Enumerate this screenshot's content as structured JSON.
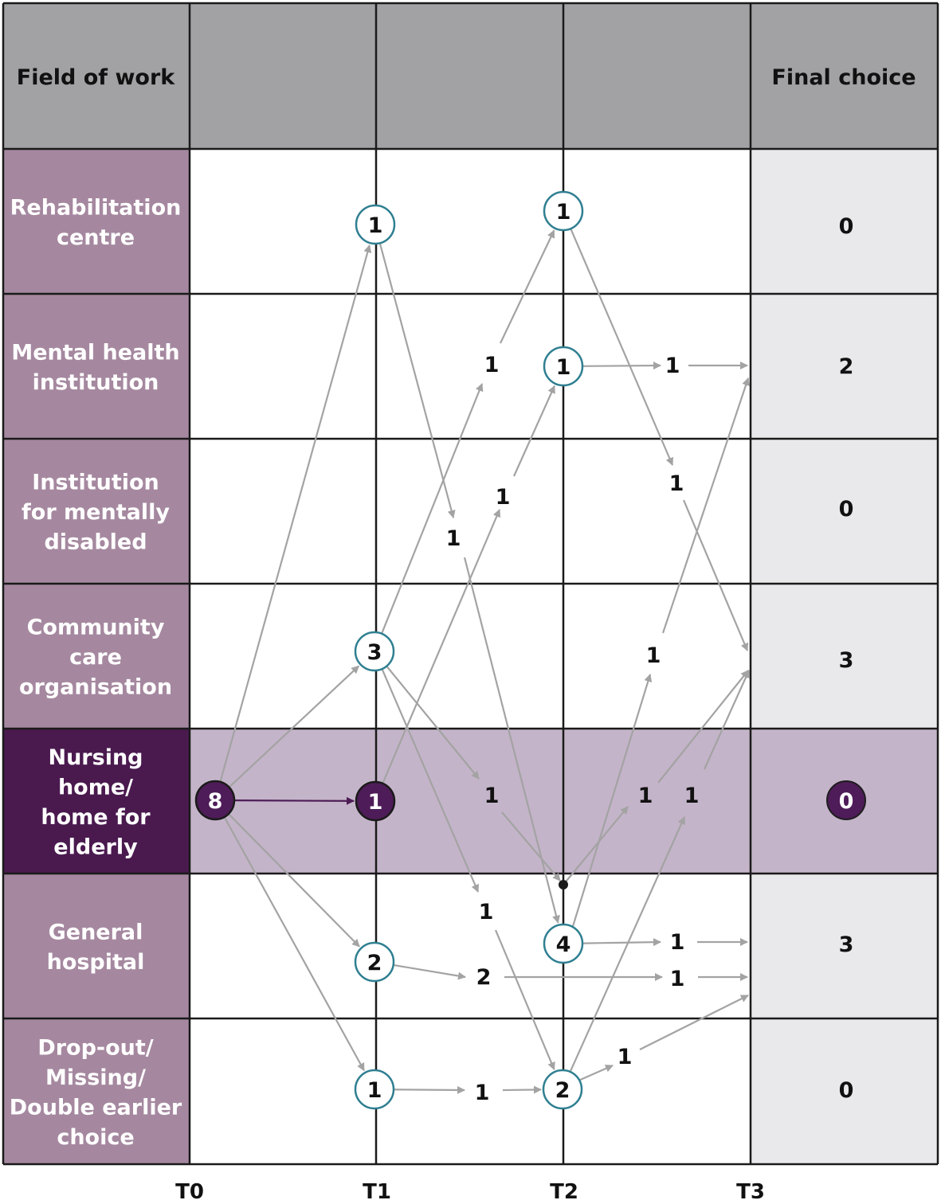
{
  "header": {
    "field_of_work": "Field of work",
    "final_choice": "Final choice"
  },
  "rows": [
    {
      "label_lines": [
        "Rehabilitation",
        "centre"
      ],
      "final": "0",
      "highlight": false
    },
    {
      "label_lines": [
        "Mental health",
        "institution"
      ],
      "final": "2",
      "highlight": false
    },
    {
      "label_lines": [
        "Institution",
        "for mentally",
        "disabled"
      ],
      "final": "0",
      "highlight": false
    },
    {
      "label_lines": [
        "Community",
        "care",
        "organisation"
      ],
      "final": "3",
      "highlight": false
    },
    {
      "label_lines": [
        "Nursing",
        "home/",
        "home for",
        "elderly"
      ],
      "final": "0",
      "highlight": true
    },
    {
      "label_lines": [
        "General",
        "hospital"
      ],
      "final": "3",
      "highlight": false
    },
    {
      "label_lines": [
        "Drop-out/",
        "Missing/",
        "Double earlier",
        "choice"
      ],
      "final": "0",
      "highlight": false
    }
  ],
  "time_points": [
    "T0",
    "T1",
    "T2",
    "T3"
  ],
  "nodes": [
    {
      "id": "n8",
      "label": "8",
      "style": "filled"
    },
    {
      "id": "t1_rehab",
      "label": "1",
      "style": "outline"
    },
    {
      "id": "t1_comm",
      "label": "3",
      "style": "outline"
    },
    {
      "id": "t1_nurs",
      "label": "1",
      "style": "filled"
    },
    {
      "id": "t1_hosp",
      "label": "2",
      "style": "outline"
    },
    {
      "id": "t1_drop",
      "label": "1",
      "style": "outline"
    },
    {
      "id": "t2_rehab",
      "label": "1",
      "style": "outline"
    },
    {
      "id": "t2_mental",
      "label": "1",
      "style": "outline"
    },
    {
      "id": "t2_hosp",
      "label": "4",
      "style": "outline"
    },
    {
      "id": "t2_drop",
      "label": "2",
      "style": "outline"
    }
  ],
  "flow_labels": [
    {
      "id": "f_comm_rehab",
      "label": "1"
    },
    {
      "id": "f_nurs_mental",
      "label": "1"
    },
    {
      "id": "f_rehab_hosp",
      "label": "1"
    },
    {
      "id": "f_mental_t3",
      "label": "1"
    },
    {
      "id": "f_rehab_comm",
      "label": "1"
    },
    {
      "id": "f_hosp_mental",
      "label": "1"
    },
    {
      "id": "f_comm_nurs",
      "label": "1"
    },
    {
      "id": "f_hosp_comm",
      "label": "1"
    },
    {
      "id": "f_drop_comm",
      "label": "1"
    },
    {
      "id": "f_comm_drop",
      "label": "1"
    },
    {
      "id": "f_hosp_hosp_a",
      "label": "1"
    },
    {
      "id": "f_t1hosp_t2",
      "label": "2"
    },
    {
      "id": "f_hosp_hosp_b",
      "label": "1"
    },
    {
      "id": "f_drop_drop",
      "label": "1"
    },
    {
      "id": "f_drop_hosp",
      "label": "1"
    }
  ],
  "colors": {
    "header_bg": "#a2a2a4",
    "row_label_bg": "#a5889f",
    "row_label_highlight_bg": "#4a1a4f",
    "highlight_row_bg": "#c4b4c9",
    "final_col_bg": "#e9e9eb",
    "grid_line": "#1a1a1a",
    "arrow": "#a3a3a3",
    "arrow_highlight": "#4d1c55",
    "node_outline": "#2f7f91",
    "node_filled": "#4e1c58"
  }
}
